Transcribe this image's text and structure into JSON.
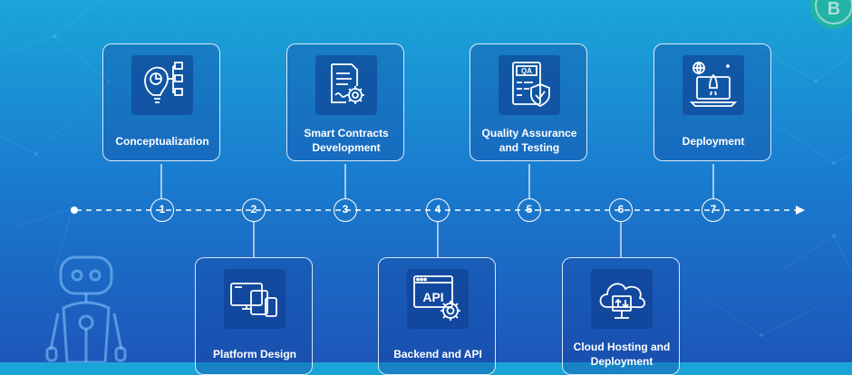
{
  "steps_top": [
    {
      "number": "1",
      "label": "Conceptualization",
      "icon": "lightbulb-chart-icon"
    },
    {
      "number": "3",
      "label": "Smart Contracts Development",
      "icon": "contract-gear-icon"
    },
    {
      "number": "5",
      "label": "Quality Assurance and Testing",
      "icon": "qa-shield-icon"
    },
    {
      "number": "7",
      "label": "Deployment",
      "icon": "laptop-rocket-icon"
    }
  ],
  "steps_bottom": [
    {
      "number": "2",
      "label": "Platform Design",
      "icon": "devices-icon"
    },
    {
      "number": "4",
      "label": "Backend and API",
      "icon": "api-gear-icon"
    },
    {
      "number": "6",
      "label": "Cloud Hosting and Deployment",
      "icon": "cloud-hosting-icon"
    }
  ],
  "api_text": "API",
  "qa_text": "QA",
  "coin_text": "B",
  "colors": {
    "accent": "#ffffff",
    "bg_top": "#1aa6d8",
    "bg_bottom": "#1c56b9",
    "coin": "#3fd48a"
  }
}
